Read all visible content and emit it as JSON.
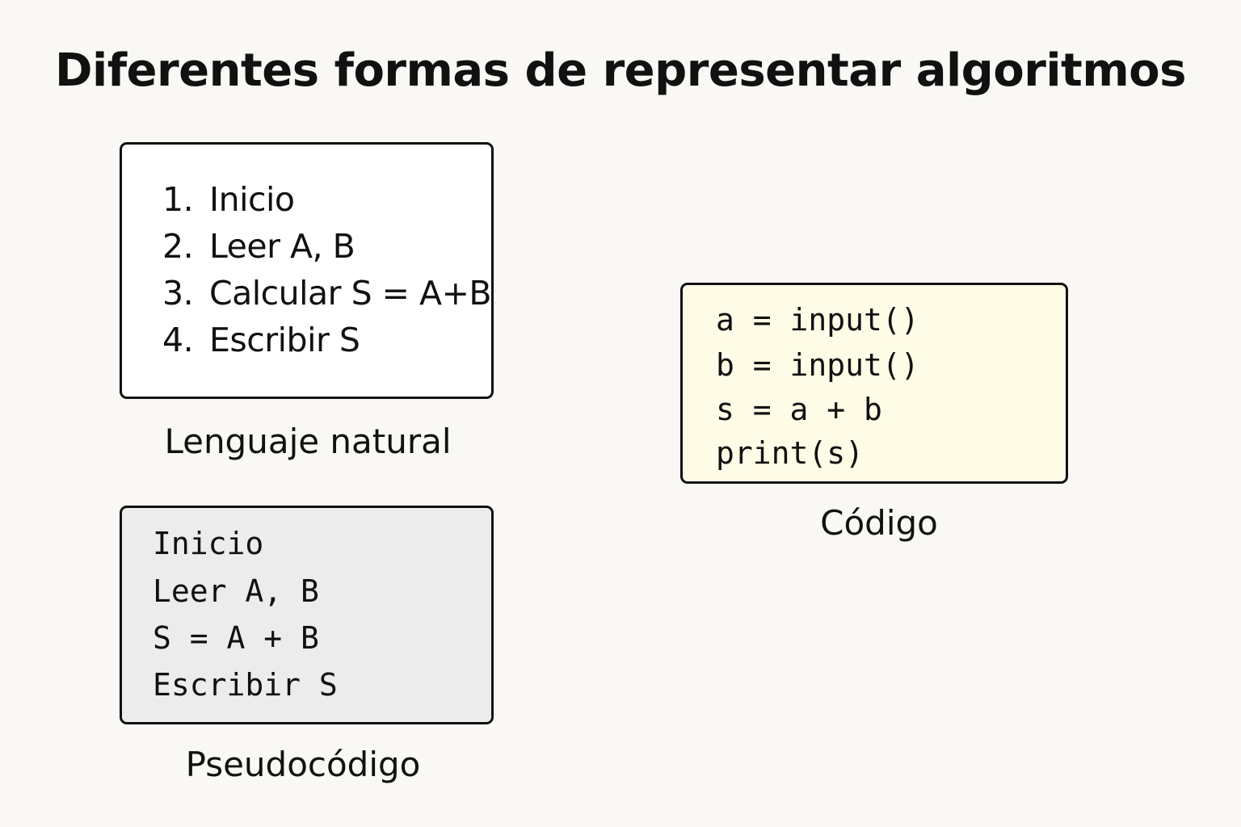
{
  "title": "Diferentes formas de representar algoritmos",
  "natural": {
    "label": "Lenguaje natural",
    "steps": [
      {
        "num": "1.",
        "text": "Inicio"
      },
      {
        "num": "2.",
        "text": "Leer A, B"
      },
      {
        "num": "3.",
        "text": "Calcular S = A+B"
      },
      {
        "num": "4.",
        "text": "Escribir S"
      }
    ]
  },
  "pseudo": {
    "label": "Pseudocódigo",
    "lines": [
      "Inicio",
      "Leer A, B",
      "S = A + B",
      "Escribir S"
    ]
  },
  "code": {
    "label": "Código",
    "lines": [
      "a = input()",
      "b = input()",
      "s = a + b",
      "print(s)"
    ]
  },
  "colors": {
    "background": "#f9f8f4",
    "natural_fill": "#ffffff",
    "pseudo_fill": "#ececec",
    "code_fill": "#fefbe6"
  }
}
